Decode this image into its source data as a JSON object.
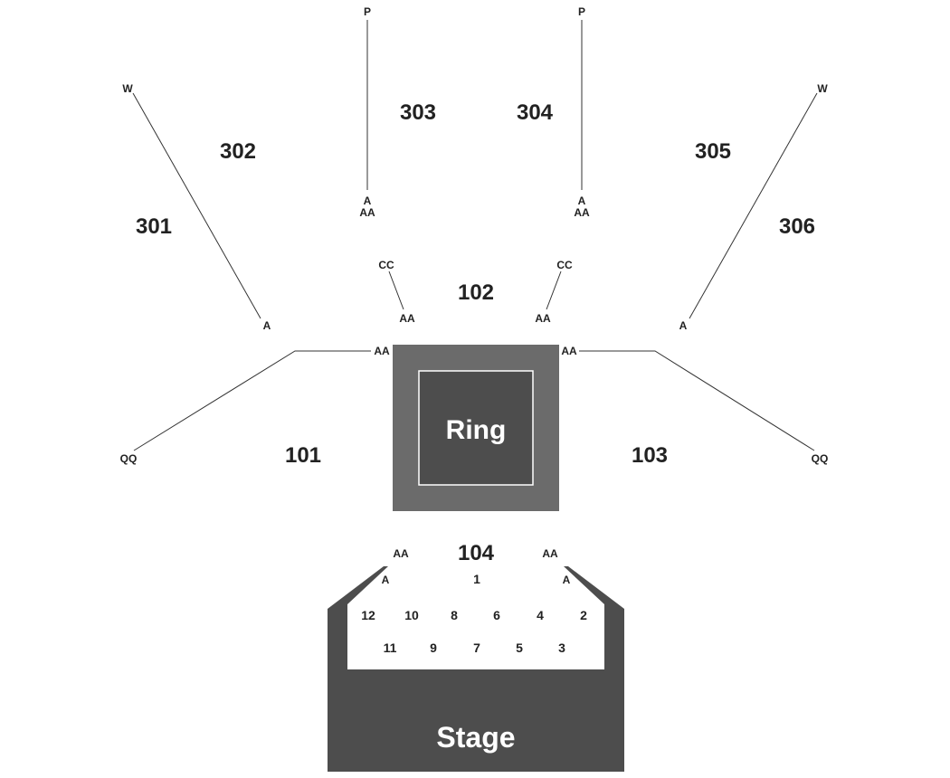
{
  "colors": {
    "background": "#ffffff",
    "ring_outer": "#6b6b6b",
    "ring_inner": "#4d4d4d",
    "ring_border": "#ffffff",
    "stage": "#4d4d4d",
    "lines": "#333333",
    "text": "#222222",
    "text_on_dark": "#ffffff"
  },
  "ring": {
    "label": "Ring"
  },
  "stage": {
    "label": "Stage"
  },
  "sections": [
    "301",
    "302",
    "303",
    "304",
    "305",
    "306",
    "102",
    "101",
    "103",
    "104"
  ],
  "row_labels": {
    "p_left": "P",
    "p_right": "P",
    "w_left": "W",
    "w_right": "W",
    "a_303": "A",
    "aa_303": "AA",
    "a_304": "A",
    "aa_304": "AA",
    "a_301": "A",
    "a_306": "A",
    "cc_left": "CC",
    "cc_right": "CC",
    "aa_102_left": "AA",
    "aa_102_right": "AA",
    "aa_101": "AA",
    "aa_103": "AA",
    "qq_left": "QQ",
    "qq_right": "QQ",
    "aa_104_left": "AA",
    "aa_104_right": "AA",
    "a_104_left": "A",
    "a_104_right": "A"
  },
  "tables": [
    "1",
    "12",
    "10",
    "8",
    "6",
    "4",
    "2",
    "11",
    "9",
    "7",
    "5",
    "3"
  ]
}
